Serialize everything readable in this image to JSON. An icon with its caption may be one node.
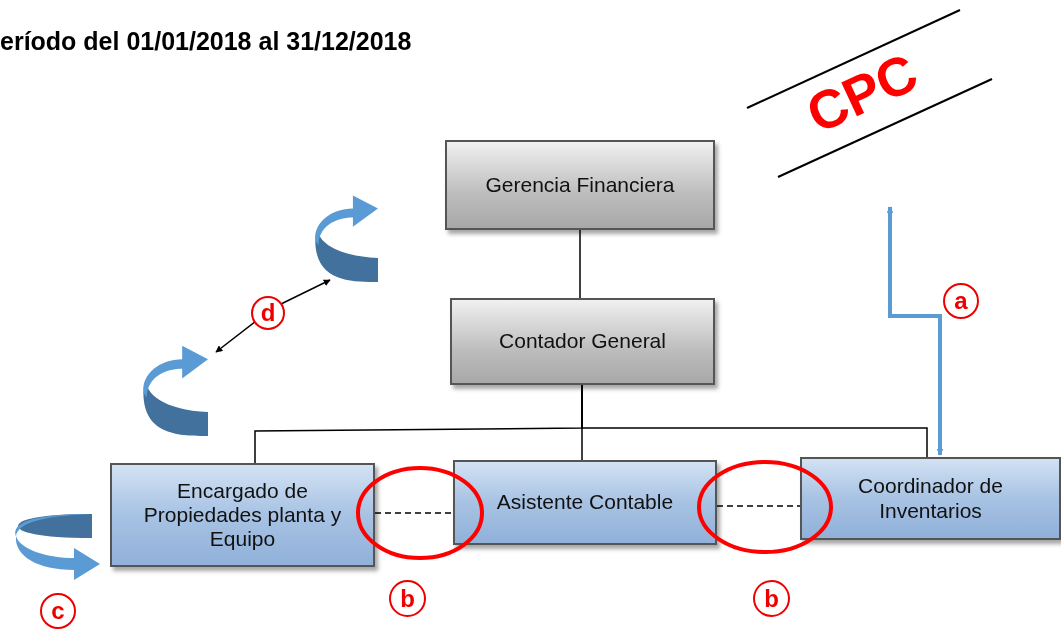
{
  "diagram": {
    "title": "eríodo del 01/01/2018 al 31/12/2018",
    "nodes": [
      {
        "text": [
          "Gerencia Financiera"
        ]
      },
      {
        "text": [
          "Contador General"
        ]
      },
      {
        "text": [
          "Encargado de Propiedades planta y Equipo"
        ]
      },
      {
        "text": [
          "Asistente Contable"
        ]
      },
      {
        "text": [
          "Coordinador de Inventarios"
        ]
      },
      {
        "text": [
          "a"
        ]
      },
      {
        "text": [],
        "shape": "arrow"
      },
      {
        "text": [],
        "shape": "arrow"
      },
      {
        "text": [],
        "shape": "arrow"
      },
      {
        "text": [
          "c"
        ]
      },
      {
        "text": [
          "b"
        ]
      },
      {
        "text": [
          "b"
        ]
      },
      {
        "text": [
          "d"
        ]
      }
    ],
    "edges": [
      {
        "from": 0,
        "to": 1,
        "arrow": "none"
      },
      {
        "from": 1,
        "to": 2,
        "arrow": "none"
      },
      {
        "from": 1,
        "to": 3,
        "arrow": "none"
      },
      {
        "from": 1,
        "to": 4,
        "arrow": "none"
      },
      {
        "from": 2,
        "to": 3,
        "arrow": "none",
        "style": "dashed"
      },
      {
        "from": 3,
        "to": 4,
        "arrow": "none",
        "style": "dashed"
      },
      {
        "from": null,
        "to": 4,
        "arrow": "both",
        "style": "thick",
        "color": "#5b9bd5"
      },
      {
        "from": 12,
        "to": 7,
        "arrow": "to"
      },
      {
        "from": 12,
        "to": 6,
        "arrow": "to"
      }
    ],
    "labels": [
      "CPC"
    ]
  }
}
